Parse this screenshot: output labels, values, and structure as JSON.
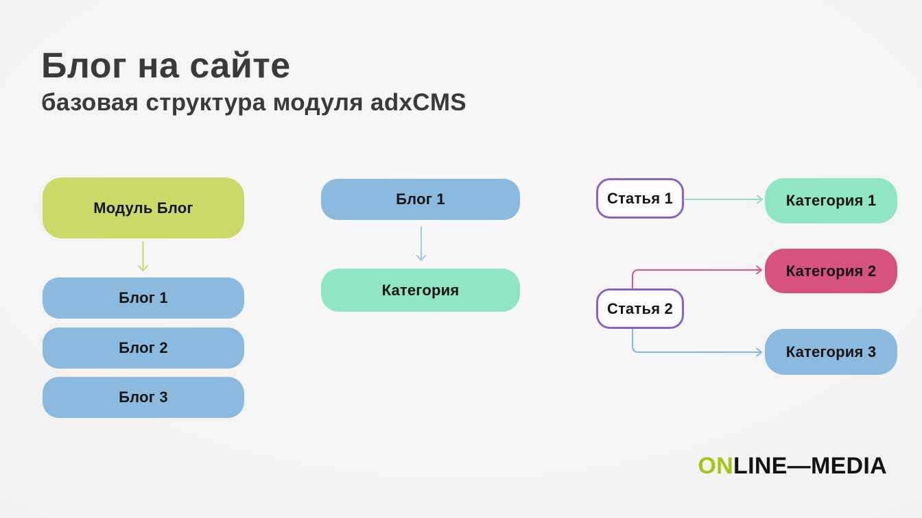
{
  "slide": {
    "title": "Блог на сайте",
    "subtitle": "базовая структура модуля adxCMS"
  },
  "diagram": {
    "module_tree": {
      "root": "Модуль Блог",
      "children": [
        "Блог 1",
        "Блог 2",
        "Блог 3"
      ]
    },
    "blog_tree": {
      "root": "Блог 1",
      "child": "Категория"
    },
    "article_links": {
      "articles": [
        "Статья 1",
        "Статья 2"
      ],
      "categories": [
        "Категория 1",
        "Категория 2",
        "Категория 3"
      ],
      "links": [
        {
          "from": "Статья 1",
          "to": "Категория 1"
        },
        {
          "from": "Статья 2",
          "to": "Категория 2"
        },
        {
          "from": "Статья 2",
          "to": "Категория 3"
        }
      ]
    }
  },
  "colors": {
    "node_yellow_green": "#ccd969",
    "node_blue": "#8cbade",
    "node_mint": "#90e5c4",
    "node_pink": "#d5537e",
    "article_border_purple": "#8763c9",
    "arrow_yellow_green": "#c9d868",
    "arrow_blue": "#a0c6e8",
    "arrow_mint": "#8fdfc0",
    "arrow_pink": "#e0537e",
    "arrow_light_blue": "#86b6e2",
    "title_text": "#3a3a3d",
    "logo_green": "#a3c614",
    "logo_black": "#131313"
  },
  "footer": {
    "logo_prefix": "ON",
    "logo_rest": "LINE—MEDIA"
  }
}
